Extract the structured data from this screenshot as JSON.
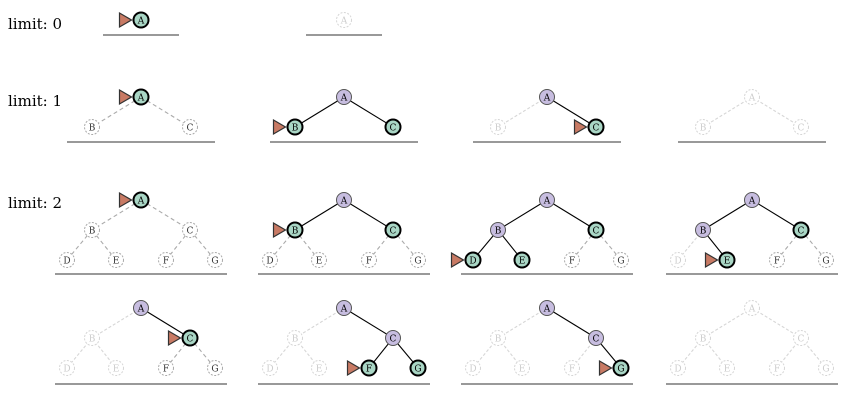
{
  "row_labels": [
    "limit: 0",
    "limit: 1",
    "limit: 2"
  ],
  "colors": {
    "frontier_fill": "#a9d6c5",
    "explored_fill": "#c7bde0",
    "ghost_stroke": "#d6d6d6",
    "hidden_stroke": "#aaaaaa",
    "solid_edge": "#000000",
    "ghost_edge": "#d6d6d6",
    "hidden_edge": "#aaaaaa",
    "ground": "#999999",
    "marker_fill": "#c87a64",
    "marker_stroke": "#333333"
  },
  "panels": [
    {
      "row": 0,
      "col": 0,
      "depth": 0,
      "nodes": {
        "A": "frontier"
      },
      "marker": "A"
    },
    {
      "row": 0,
      "col": 1,
      "depth": 0,
      "nodes": {
        "A": "ghost"
      },
      "marker": null
    },
    {
      "row": 1,
      "col": 0,
      "depth": 1,
      "nodes": {
        "A": "frontier",
        "B": "hidden",
        "C": "hidden"
      },
      "marker": "A"
    },
    {
      "row": 1,
      "col": 1,
      "depth": 1,
      "nodes": {
        "A": "explored",
        "B": "frontier",
        "C": "frontier"
      },
      "marker": "B"
    },
    {
      "row": 1,
      "col": 2,
      "depth": 1,
      "nodes": {
        "A": "explored",
        "B": "ghost",
        "C": "frontier"
      },
      "marker": "C"
    },
    {
      "row": 1,
      "col": 3,
      "depth": 1,
      "nodes": {
        "A": "ghost",
        "B": "ghost",
        "C": "ghost"
      },
      "marker": null
    },
    {
      "row": 2,
      "col": 0,
      "depth": 2,
      "nodes": {
        "A": "frontier",
        "B": "hidden",
        "C": "hidden",
        "D": "hidden",
        "E": "hidden",
        "F": "hidden",
        "G": "hidden"
      },
      "marker": "A"
    },
    {
      "row": 2,
      "col": 1,
      "depth": 2,
      "nodes": {
        "A": "explored",
        "B": "frontier",
        "C": "frontier",
        "D": "hidden",
        "E": "hidden",
        "F": "hidden",
        "G": "hidden"
      },
      "marker": "B"
    },
    {
      "row": 2,
      "col": 2,
      "depth": 2,
      "nodes": {
        "A": "explored",
        "B": "explored",
        "C": "frontier",
        "D": "frontier",
        "E": "frontier",
        "F": "hidden",
        "G": "hidden"
      },
      "marker": "D"
    },
    {
      "row": 2,
      "col": 3,
      "depth": 2,
      "nodes": {
        "A": "explored",
        "B": "explored",
        "C": "frontier",
        "D": "ghost",
        "E": "frontier",
        "F": "hidden",
        "G": "hidden"
      },
      "marker": "E"
    },
    {
      "row": 3,
      "col": 0,
      "depth": 2,
      "nodes": {
        "A": "explored",
        "B": "ghost",
        "C": "frontier",
        "D": "ghost",
        "E": "ghost",
        "F": "hidden",
        "G": "hidden"
      },
      "marker": "C"
    },
    {
      "row": 3,
      "col": 1,
      "depth": 2,
      "nodes": {
        "A": "explored",
        "B": "ghost",
        "C": "explored",
        "D": "ghost",
        "E": "ghost",
        "F": "frontier",
        "G": "frontier"
      },
      "marker": "F"
    },
    {
      "row": 3,
      "col": 2,
      "depth": 2,
      "nodes": {
        "A": "explored",
        "B": "ghost",
        "C": "explored",
        "D": "ghost",
        "E": "ghost",
        "F": "ghost",
        "G": "frontier"
      },
      "marker": "G"
    },
    {
      "row": 3,
      "col": 3,
      "depth": 2,
      "nodes": {
        "A": "ghost",
        "B": "ghost",
        "C": "ghost",
        "D": "ghost",
        "E": "ghost",
        "F": "ghost",
        "G": "ghost"
      },
      "marker": null
    }
  ]
}
